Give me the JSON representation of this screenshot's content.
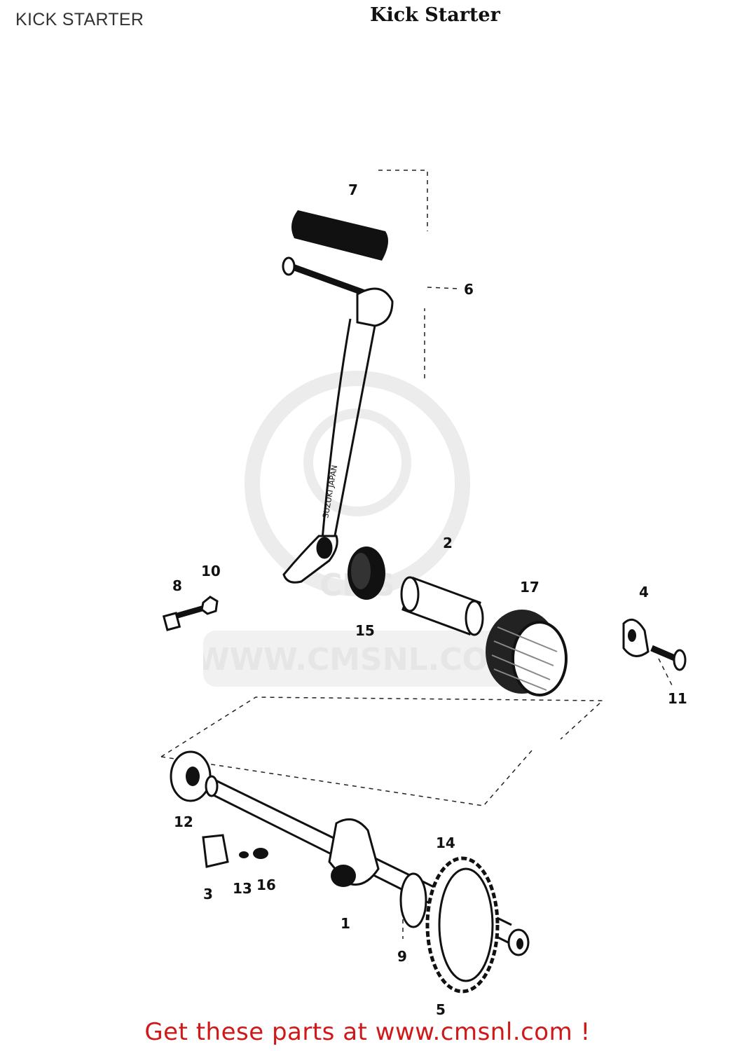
{
  "header": {
    "page_label": "KICK STARTER",
    "diagram_title": "Kick Starter"
  },
  "watermark": {
    "text": "WWW.CMSNL.COM",
    "logo_text": "CMS"
  },
  "parts": {
    "callouts": [
      "7",
      "6",
      "8",
      "10",
      "2",
      "17",
      "4",
      "15",
      "11",
      "12",
      "14",
      "3",
      "13",
      "16",
      "1",
      "9",
      "5"
    ],
    "arm_marking": "SUZUKI JAPAN"
  },
  "footer": {
    "link_text": "Get these parts at www.cmsnl.com !",
    "link_color": "#d01818"
  }
}
